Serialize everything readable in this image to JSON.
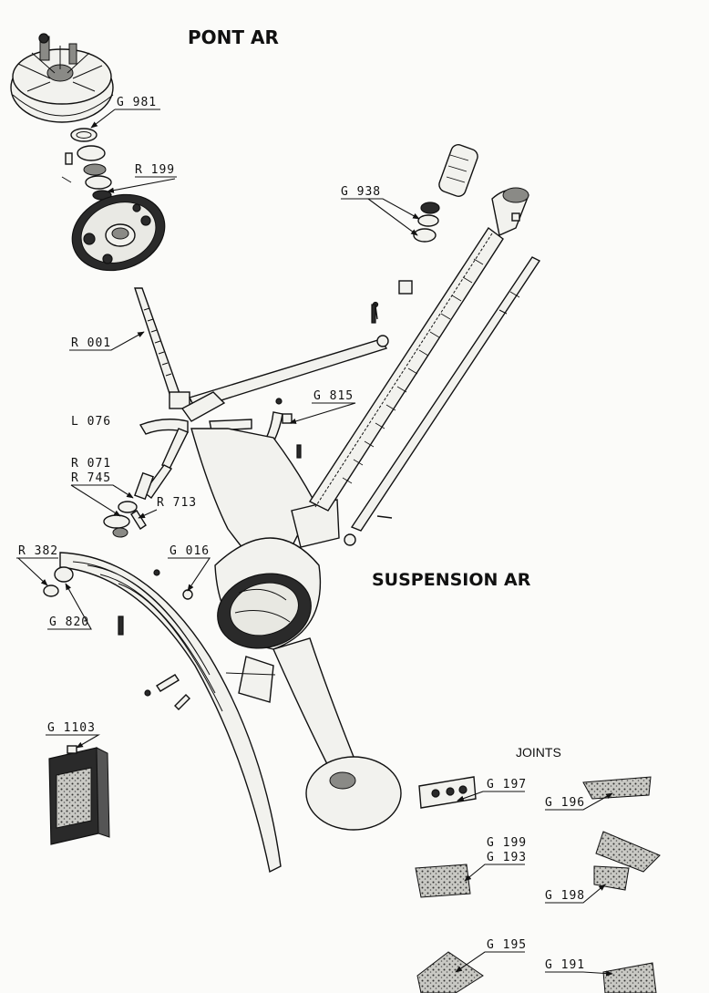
{
  "titles": {
    "pont_ar": "PONT AR",
    "suspension_ar": "SUSPENSION AR",
    "joints": "JOINTS"
  },
  "labels": {
    "g981": "G 981",
    "r199": "R 199",
    "g938": "G 938",
    "r001": "R 001",
    "g815": "G 815",
    "l076": "L 076",
    "r071": "R 071",
    "r745": "R 745",
    "r713": "R 713",
    "r382": "R 382",
    "g016": "G 016",
    "g820": "G 820",
    "g1103": "G 1103",
    "g197": "G 197",
    "g196": "G 196",
    "g199": "G 199",
    "g193": "G 193",
    "g198": "G 198",
    "g195": "G 195",
    "g191": "G 191"
  }
}
